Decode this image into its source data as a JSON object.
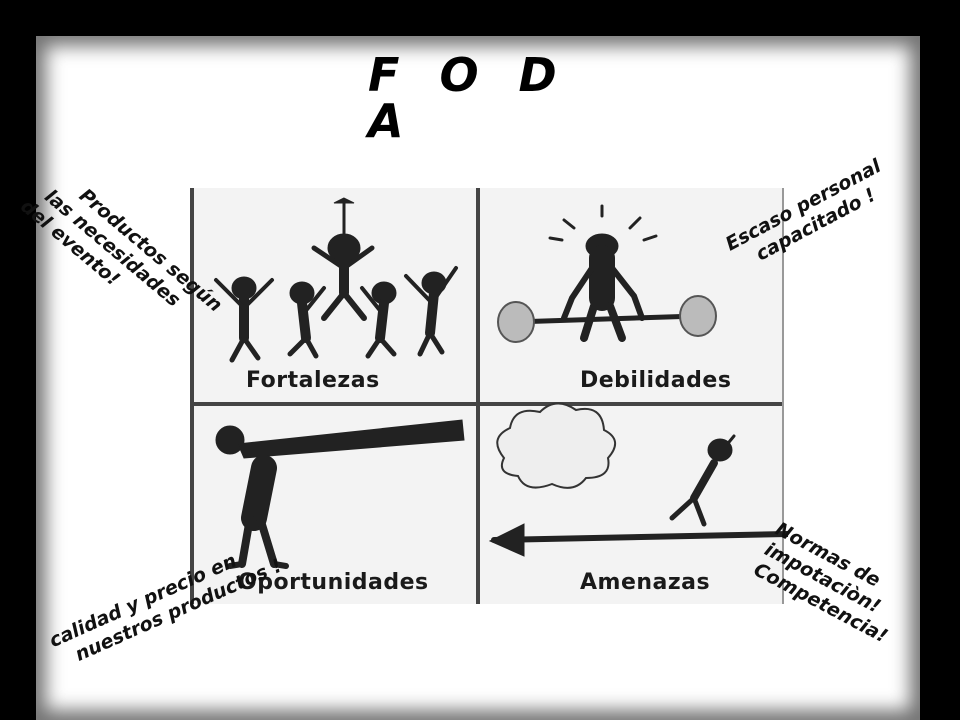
{
  "title": "F O D A",
  "quadrants": {
    "fortalezas": "Fortalezas",
    "debilidades": "Debilidades",
    "oportunidades": "Oportunidades",
    "amenazas": "Amenazas"
  },
  "notes": {
    "top_left": [
      "Productos según",
      "las necesidades",
      "del evento!"
    ],
    "top_right": [
      "Escaso personal",
      "capacitado !"
    ],
    "bottom_left": [
      "calidad y precio en",
      "nuestros productos !"
    ],
    "bottom_right": [
      "Normas de",
      "impotaciòn!",
      "Competencia!"
    ]
  }
}
